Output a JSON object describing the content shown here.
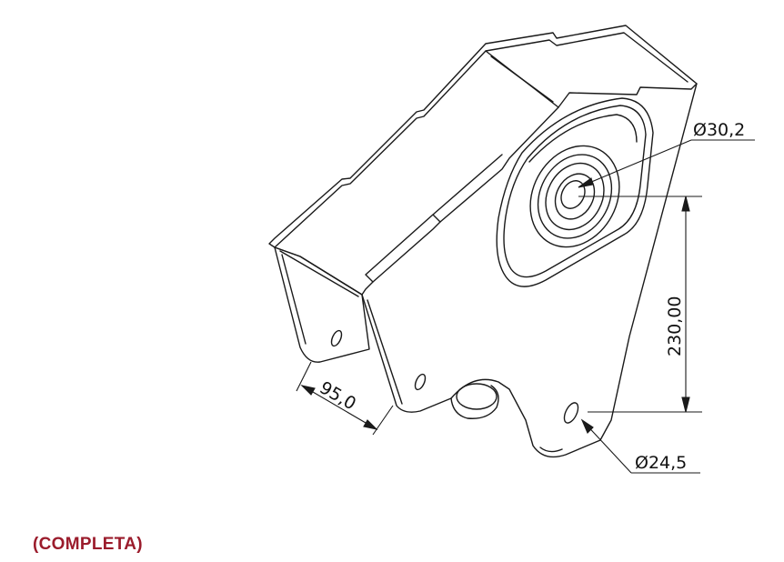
{
  "dimensions": {
    "bore_diameter": "Ø30,2",
    "hole_diameter": "Ø24,5",
    "center_distance": "230,00",
    "flange_width": "95,0"
  },
  "caption": {
    "text": "(COMPLETA)",
    "color": "#9b1c2c"
  },
  "colors": {
    "line": "#1a1a1a"
  }
}
